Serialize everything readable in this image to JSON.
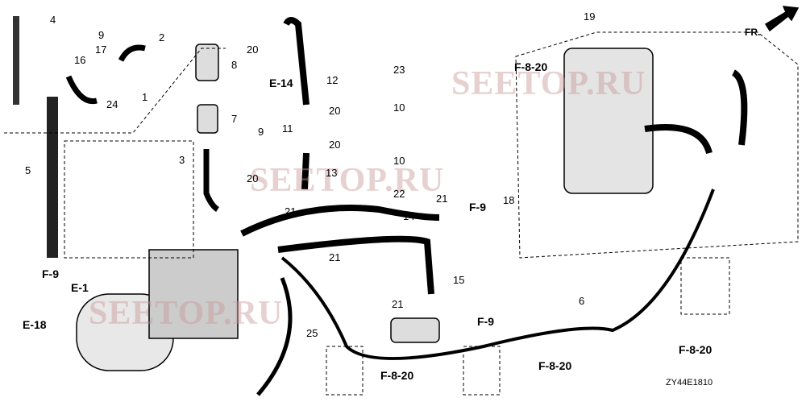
{
  "diagram": {
    "code": "ZY44E1810",
    "watermark": "SEETOP.RU",
    "direction_label": "FR.",
    "part_labels": [
      {
        "id": "p4",
        "text": "4"
      },
      {
        "id": "p9a",
        "text": "9"
      },
      {
        "id": "p2",
        "text": "2"
      },
      {
        "id": "p16",
        "text": "16"
      },
      {
        "id": "p17",
        "text": "17"
      },
      {
        "id": "p1",
        "text": "1"
      },
      {
        "id": "p24",
        "text": "24"
      },
      {
        "id": "p8",
        "text": "8"
      },
      {
        "id": "p7",
        "text": "7"
      },
      {
        "id": "p3",
        "text": "3"
      },
      {
        "id": "p5",
        "text": "5"
      },
      {
        "id": "p20a",
        "text": "20"
      },
      {
        "id": "p12",
        "text": "12"
      },
      {
        "id": "p20b",
        "text": "20"
      },
      {
        "id": "p11",
        "text": "11"
      },
      {
        "id": "p20c",
        "text": "20"
      },
      {
        "id": "p13",
        "text": "13"
      },
      {
        "id": "p9b",
        "text": "9"
      },
      {
        "id": "p20d",
        "text": "20"
      },
      {
        "id": "p23",
        "text": "23"
      },
      {
        "id": "p10a",
        "text": "10"
      },
      {
        "id": "p10b",
        "text": "10"
      },
      {
        "id": "p22",
        "text": "22"
      },
      {
        "id": "p21a",
        "text": "21"
      },
      {
        "id": "p21b",
        "text": "21"
      },
      {
        "id": "p21c",
        "text": "21"
      },
      {
        "id": "p14",
        "text": "14"
      },
      {
        "id": "p15",
        "text": "15"
      },
      {
        "id": "p21d",
        "text": "21"
      },
      {
        "id": "p25",
        "text": "25"
      },
      {
        "id": "p6",
        "text": "6"
      },
      {
        "id": "p19",
        "text": "19"
      },
      {
        "id": "p18",
        "text": "18"
      }
    ],
    "references": [
      {
        "id": "r1",
        "text": "F-9"
      },
      {
        "id": "r2",
        "text": "E-1"
      },
      {
        "id": "r3",
        "text": "E-18"
      },
      {
        "id": "r4",
        "text": "E-14"
      },
      {
        "id": "r5",
        "text": "F-9"
      },
      {
        "id": "r6",
        "text": "F-9"
      },
      {
        "id": "r7",
        "text": "F-8-20"
      },
      {
        "id": "r8",
        "text": "F-8-20"
      },
      {
        "id": "r9",
        "text": "F-8-20"
      },
      {
        "id": "r10",
        "text": "F-8-20"
      }
    ]
  }
}
